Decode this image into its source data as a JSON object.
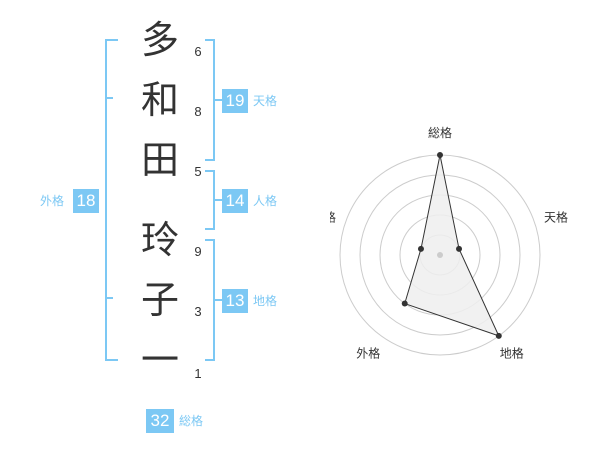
{
  "name_chars": [
    "多",
    "和",
    "田",
    "玲",
    "子",
    "一"
  ],
  "strokes": [
    "6",
    "8",
    "5",
    "9",
    "3",
    "1"
  ],
  "kaku": {
    "ten": {
      "value": "19",
      "label": "天格"
    },
    "jin": {
      "value": "14",
      "label": "人格"
    },
    "chi": {
      "value": "13",
      "label": "地格"
    },
    "gai": {
      "value": "18",
      "label": "外格"
    },
    "sou": {
      "value": "32",
      "label": "総格"
    }
  },
  "radar": {
    "axes": [
      "総格",
      "天格",
      "地格",
      "外格",
      "人格"
    ],
    "levels": 5,
    "values": [
      5,
      1,
      5,
      3,
      1
    ],
    "colors": {
      "grid": "#cccccc",
      "fill": "#eeeeee",
      "line": "#333333",
      "point": "#333333",
      "center": "#cccccc"
    }
  },
  "colors": {
    "accent": "#7cc8f4",
    "text": "#333333"
  }
}
